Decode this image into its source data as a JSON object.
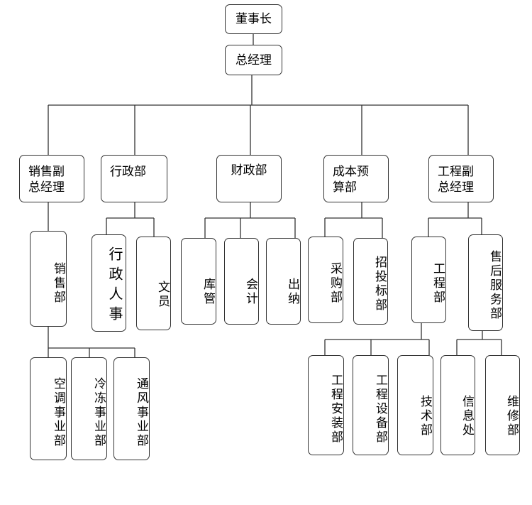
{
  "chairman": "董事长",
  "general_manager": "总经理",
  "sales_vp": "销售副\n总经理",
  "admin_dept": "行政部",
  "finance_dept": "财政部",
  "budget_dept": "成本预\n算部",
  "eng_vp": "工程副\n总经理",
  "sales_dept": "销售部",
  "ac_div": "空调事业部",
  "refrig_div": "冷冻事业部",
  "vent_div": "通风事业部",
  "hr": "行政人事",
  "clerk": "文员",
  "warehouse": "库管",
  "accounting": "会计",
  "cashier": "出纳",
  "procurement": "采购部",
  "bidding": "招投标部",
  "eng_dept": "工程部",
  "aftersales": "售后服务部",
  "install": "工程安装部",
  "equipment": "工程设备部",
  "tech": "技术部",
  "info": "信息处",
  "repair": "维修部"
}
